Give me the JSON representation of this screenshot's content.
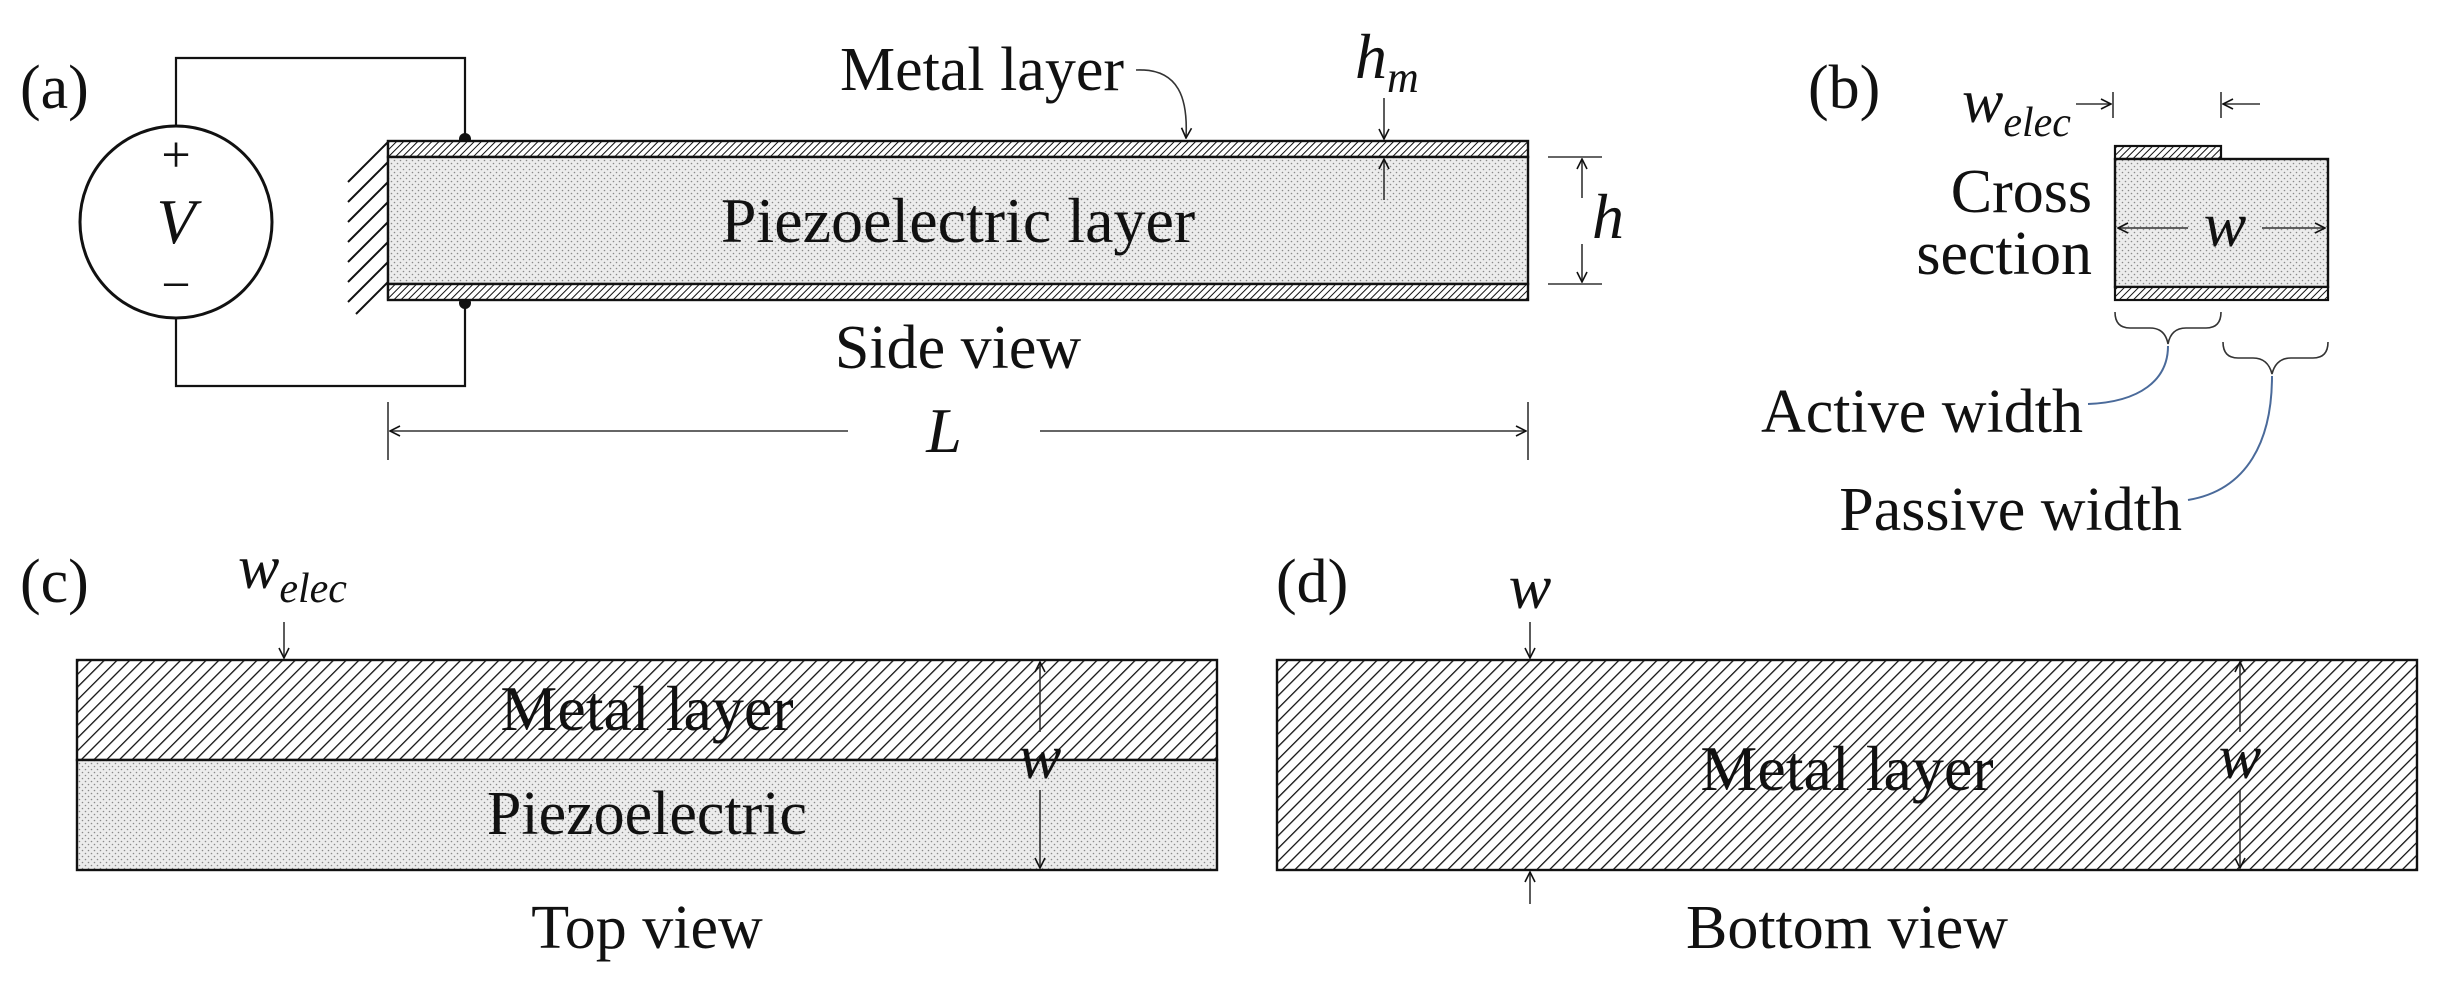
{
  "panels": {
    "a": {
      "tag": "(a)",
      "source_plus": "+",
      "source_symbol": "V",
      "source_minus": "−",
      "metal_label": "Metal layer",
      "hm_base": "h",
      "hm_sub": "m",
      "piezo_label": "Piezoelectric layer",
      "h_label": "h",
      "view_label": "Side view",
      "length_label": "L"
    },
    "b": {
      "tag": "(b)",
      "welec_base": "w",
      "welec_sub": "elec",
      "cross_line1": "Cross",
      "cross_line2": "section",
      "w_label": "w",
      "active_label": "Active width",
      "passive_label": "Passive width"
    },
    "c": {
      "tag": "(c)",
      "welec_base": "w",
      "welec_sub": "elec",
      "metal_label": "Metal layer",
      "piezo_label": "Piezoelectric",
      "w_label": "w",
      "view_label": "Top view"
    },
    "d": {
      "tag": "(d)",
      "w_top": "w",
      "metal_label": "Metal layer",
      "w_label": "w",
      "view_label": "Bottom view"
    }
  },
  "colors": {
    "ink": "#111111",
    "piezo_fill": "#ebebeb",
    "leader_line": "#4a6a9a"
  }
}
